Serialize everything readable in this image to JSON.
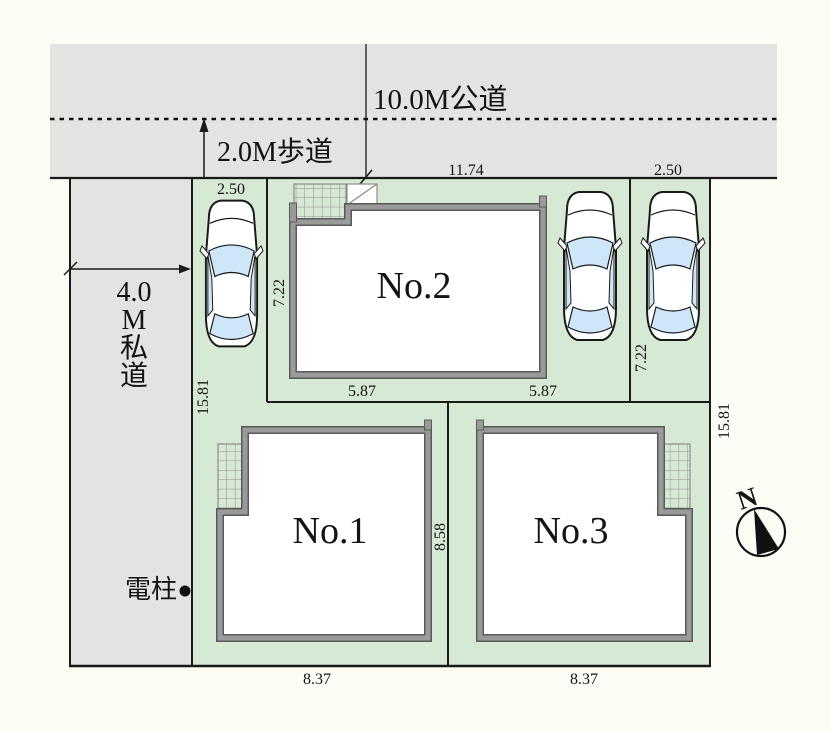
{
  "colors": {
    "road_gray": "#e3e3e2",
    "plot_green": "#d6e9d4",
    "car_window_blue": "#cde7f8",
    "wall_gray": "#9a9a9a",
    "line_black": "#1a1a1a"
  },
  "roads": {
    "public_road_label": "10.0M公道",
    "sidewalk_label": "2.0M歩道",
    "private_road_chars": [
      "4.0",
      "M",
      "私",
      "道"
    ]
  },
  "lots": [
    {
      "label": "No.1"
    },
    {
      "label": "No.2"
    },
    {
      "label": "No.3"
    }
  ],
  "dims": {
    "strip_left_width": "2.50",
    "frontage_top": "11.74",
    "strip_right_width": "2.50",
    "no2_side_left": "7.22",
    "no2_bottom_left": "5.87",
    "no2_bottom_right": "5.87",
    "strip_right_depth": "7.22",
    "site_depth_left": "15.81",
    "site_depth_right": "15.81",
    "no1_side_right": "8.58",
    "no1_bottom": "8.37",
    "no3_bottom": "8.37"
  },
  "annotations": {
    "utility_pole": "電柱",
    "compass_north": "N"
  }
}
